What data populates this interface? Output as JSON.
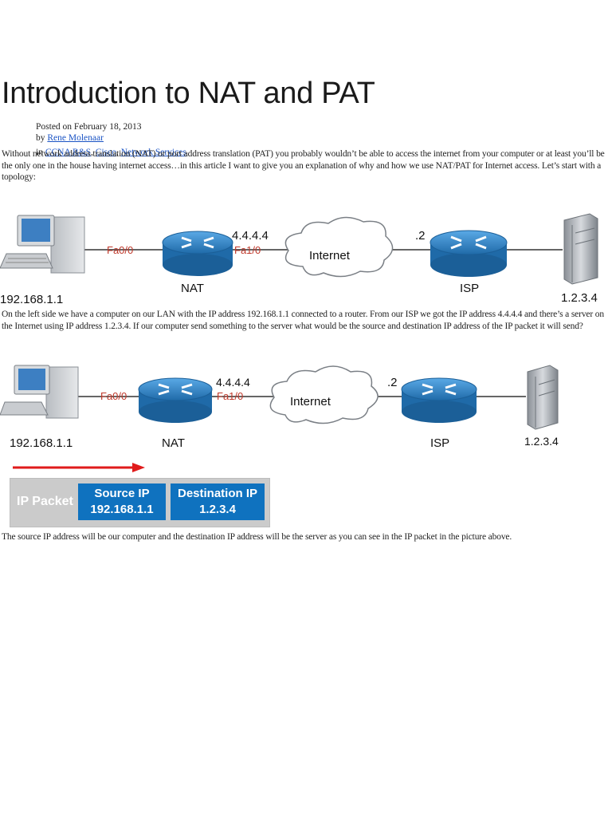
{
  "article": {
    "title": "Introduction to NAT and PAT",
    "posted": "Posted on February 18, 2013",
    "by_prefix": "by ",
    "author": "Rene Molenaar",
    "in_prefix": "in ",
    "categories": [
      "CCNA R&S",
      "Cisco",
      "Network Services"
    ],
    "para1": "Without network address translation (NAT) or port address translation (PAT) you probably wouldn’t be able to access the internet from your computer or at least you’ll be the only one in the house having internet access…in this article I want to give you an explanation of why and how we use NAT/PAT for Internet access. Let’s start with a topology:",
    "para2": "On the left side we have a computer on our LAN with the IP address 192.168.1.1 connected to a router. From our ISP we got the IP address 4.4.4.4 and there’s a server on the Internet using IP address 1.2.3.4. If our computer send something to the server what would be the source and destination IP address of the IP packet it will send?",
    "para3": "The source IP address will be our computer and the destination IP address will be the server as you can see in the IP packet in the picture above."
  },
  "figure1": {
    "computer_ip": "192.168.1.1",
    "nat_label": "NAT",
    "nat_lan_interface": "Fa0/0",
    "nat_wan_interface": "Fa1/0",
    "nat_wan_ip": "4.4.4.4",
    "cloud_label": "Internet",
    "isp_ip": ".2",
    "isp_label": "ISP",
    "server_ip": "1.2.3.4"
  },
  "figure2": {
    "computer_ip": "192.168.1.1",
    "nat_label": "NAT",
    "nat_lan_interface": "Fa0/0",
    "nat_wan_interface": "Fa1/0",
    "nat_wan_ip": "4.4.4.4",
    "cloud_label": "Internet",
    "isp_ip": ".2",
    "isp_label": "ISP",
    "server_ip": "1.2.3.4",
    "packet": {
      "label": "IP Packet",
      "source_title": "Source IP",
      "source_value": "192.168.1.1",
      "dest_title": "Destination IP",
      "dest_value": "1.2.3.4"
    }
  },
  "colors": {
    "link": "#1a53c4",
    "interface_label": "#c0392b",
    "router": "#2f86c7",
    "packet_box": "#0f72bf",
    "packet_bg": "#cbcbcb",
    "arrow": "#e01b1b"
  }
}
